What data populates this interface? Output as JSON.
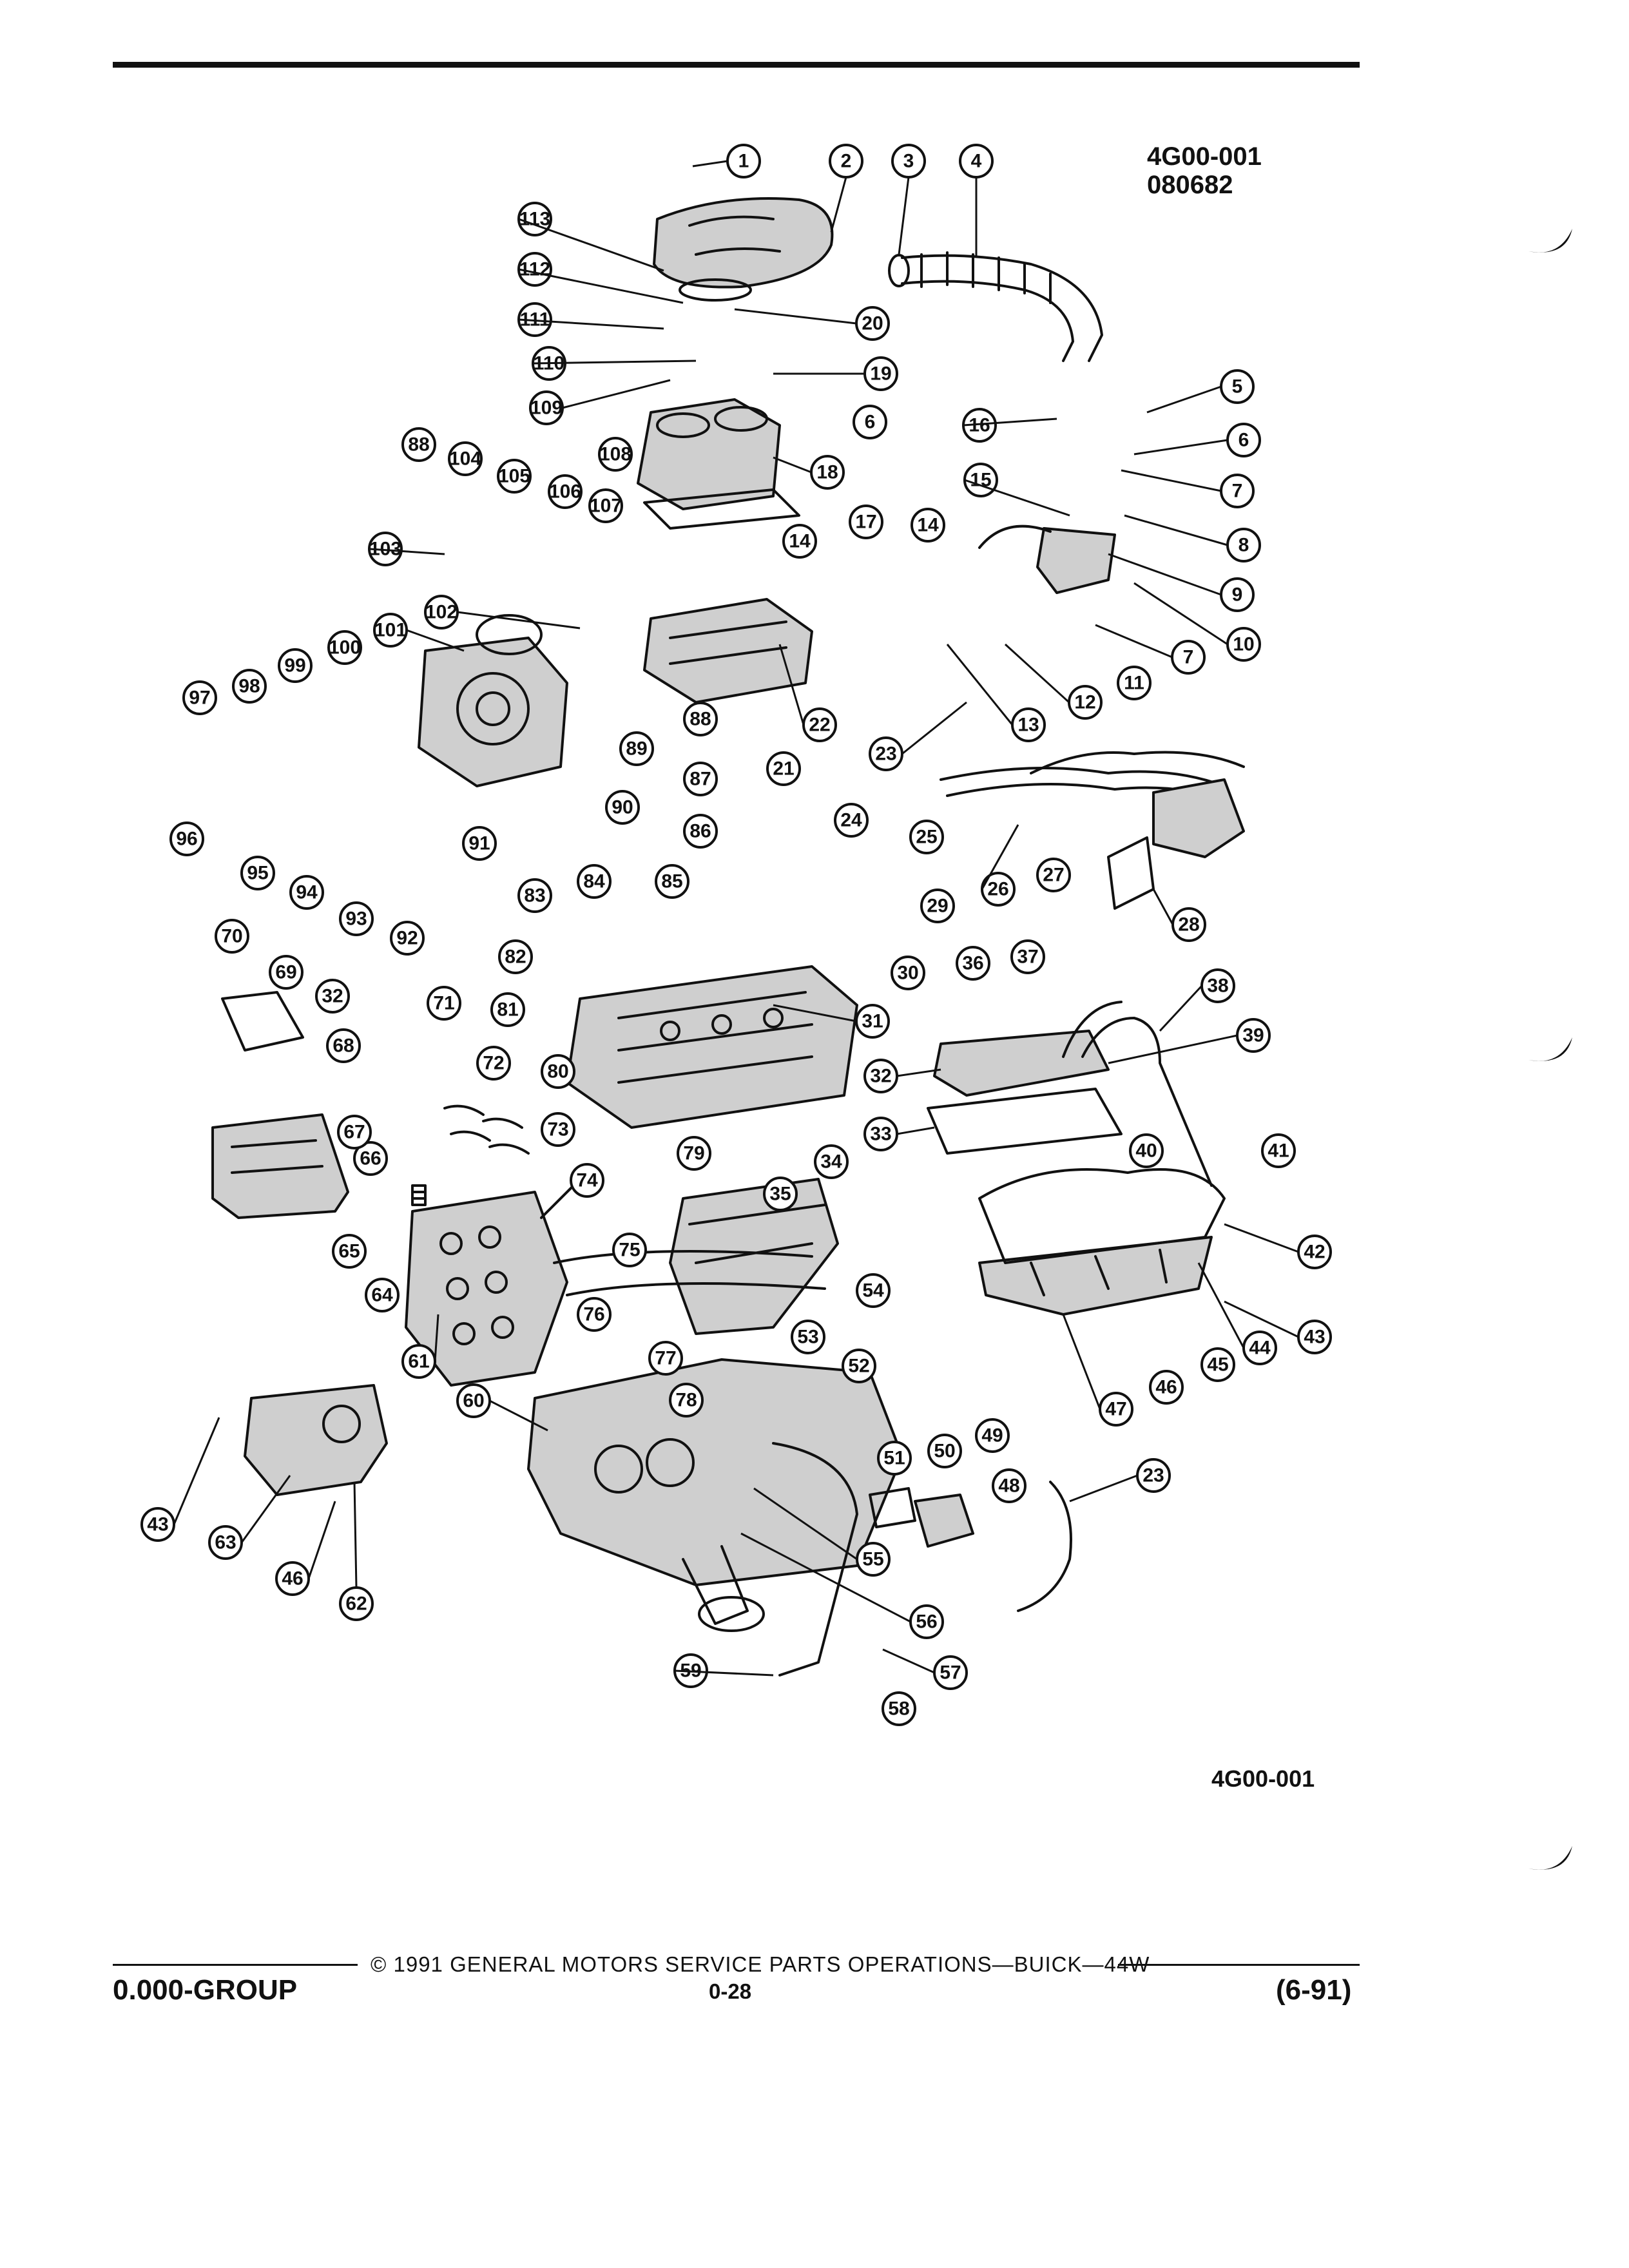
{
  "figure": {
    "id": "4G00-001",
    "date_code": "080682",
    "id_bottom": "4G00-001"
  },
  "footer": {
    "group": "0.000-GROUP",
    "copyright": "© 1991 GENERAL MOTORS SERVICE PARTS OPERATIONS—BUICK—44W",
    "page": "0-28",
    "revision": "(6-91)"
  },
  "callouts": [
    "1",
    "2",
    "3",
    "4",
    "5",
    "6",
    "6",
    "7",
    "7",
    "8",
    "9",
    "10",
    "11",
    "12",
    "13",
    "14",
    "14",
    "15",
    "16",
    "17",
    "18",
    "19",
    "20",
    "21",
    "22",
    "23",
    "23",
    "24",
    "25",
    "26",
    "27",
    "28",
    "29",
    "30",
    "31",
    "32",
    "32",
    "33",
    "34",
    "35",
    "36",
    "37",
    "38",
    "39",
    "40",
    "41",
    "42",
    "43",
    "43",
    "44",
    "45",
    "46",
    "46",
    "47",
    "48",
    "49",
    "50",
    "51",
    "52",
    "53",
    "54",
    "55",
    "56",
    "57",
    "58",
    "59",
    "60",
    "61",
    "62",
    "63",
    "64",
    "65",
    "66",
    "67",
    "68",
    "69",
    "70",
    "71",
    "72",
    "73",
    "74",
    "75",
    "76",
    "77",
    "78",
    "79",
    "80",
    "81",
    "82",
    "83",
    "84",
    "85",
    "86",
    "87",
    "88",
    "88",
    "89",
    "90",
    "91",
    "92",
    "93",
    "94",
    "95",
    "96",
    "97",
    "98",
    "99",
    "100",
    "101",
    "102",
    "103",
    "104",
    "105",
    "106",
    "107",
    "108",
    "109",
    "110",
    "111",
    "112",
    "113"
  ]
}
